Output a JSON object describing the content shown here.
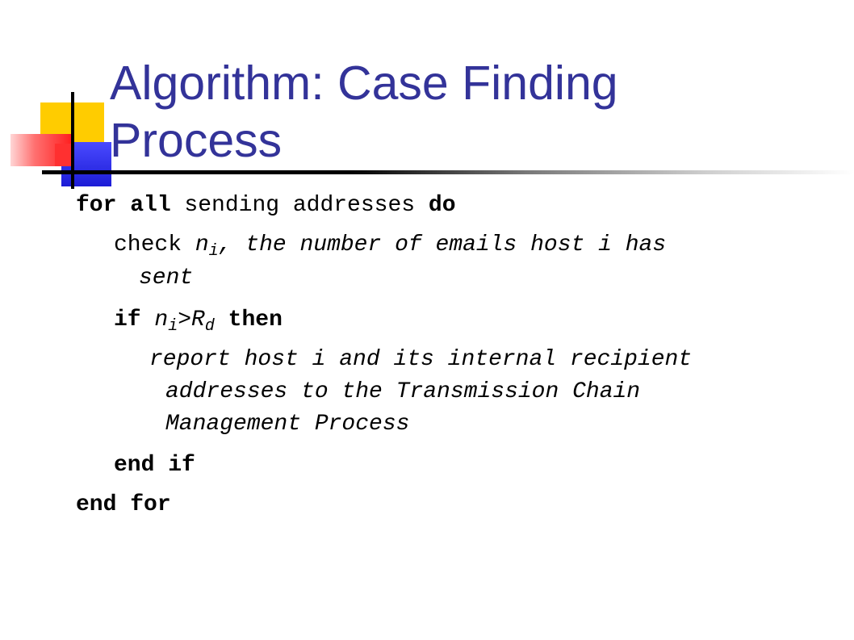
{
  "title": {
    "line1": "Algorithm: Case Finding",
    "line2": "Process"
  },
  "algorithm": {
    "for_kw": "for all",
    "for_rest": " sending addresses ",
    "do_kw": "do",
    "check_word": "check ",
    "n_var": "n",
    "sub_i": "i",
    "check_desc": ", the number of emails host i has",
    "check_desc_cont": "sent",
    "if_kw": "if ",
    "gt_r": ">R",
    "sub_d": "d",
    "then_kw": " then",
    "report_1": "report host i and its internal recipient",
    "report_2": "addresses to the Transmission Chain",
    "report_3": "Management Process",
    "end_if": "end if",
    "end_for": "end for"
  },
  "colors": {
    "title": "#333399",
    "deco_yellow": "#ffcc00",
    "deco_blue": "#1c1cd6",
    "deco_red": "#ff2020"
  }
}
